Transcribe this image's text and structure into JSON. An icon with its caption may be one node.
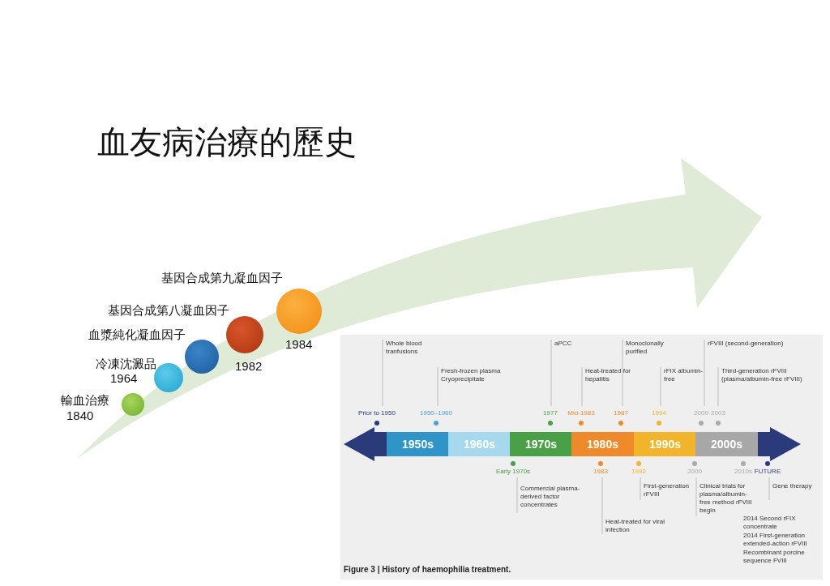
{
  "diagram": {
    "title": "血友病治療的歷史",
    "caption": "**Figure 3 |** History of haemophilia treatment.",
    "nodes": [
      {
        "text": [],
        "shape": "circle",
        "beside": [
          "輸血治療",
          "1840"
        ]
      },
      {
        "text": [],
        "shape": "circle",
        "beside": [
          "冷凍沈澱品",
          "1964"
        ]
      },
      {
        "text": [],
        "shape": "circle",
        "beside": [
          "血漿純化凝血因子"
        ]
      },
      {
        "text": [],
        "shape": "circle",
        "beside": [
          "基因合成第八凝血因子",
          "1982"
        ]
      },
      {
        "text": [],
        "shape": "circle",
        "beside": [
          "基因合成第九凝血因子",
          "1984"
        ]
      },
      {
        "text": [
          "1950s"
        ]
      },
      {
        "text": [
          "1960s"
        ]
      },
      {
        "text": [
          "1970s"
        ]
      },
      {
        "text": [
          "1980s"
        ]
      },
      {
        "text": [
          "1990s"
        ]
      },
      {
        "text": [
          "2000s"
        ]
      }
    ],
    "labels": [
      "Whole blood tranfusions",
      "aPCC",
      "Monoclonally purified",
      "rFVIII (second-generation)",
      "Fresh-frozen plasma Cryoprecipitate",
      "Heat-treated for hepatitis",
      "rFIX albumin-free",
      "Third-generation rFVIII (plasma/albumin-free rFVIII)",
      "Prior to 1950",
      "1950–1960",
      "1977",
      "Mid-1983",
      "1987",
      "1994",
      "2000",
      "2003",
      "Early 1970s",
      "1983",
      "1992",
      "2000",
      "2010s",
      "FUTURE",
      "Commercial plasma-derived factor concentrates",
      "First-generation rFVIII",
      "Gene therapy",
      "Clinical trials for plasma/albumin-free method rFVIII begin",
      "Heat-treated for viral infection",
      "2014 Second rFIX concentrate",
      "2014 First-generation extended-action rFVIII",
      "Recombinant porcine sequence FVIII"
    ]
  }
}
